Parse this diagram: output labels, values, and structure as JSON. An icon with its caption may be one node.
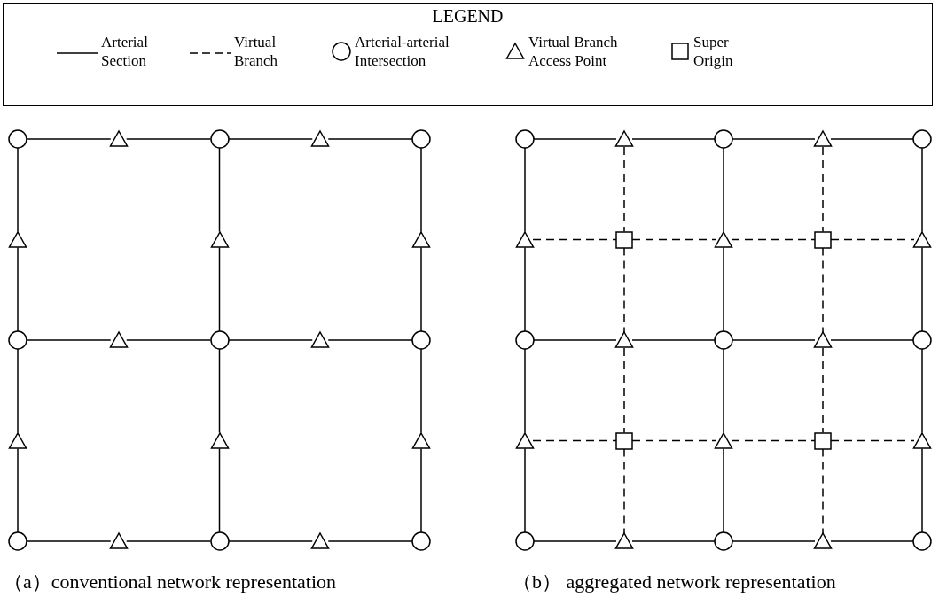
{
  "diagram": {
    "nodes": [
      {
        "text": [],
        "shape": "circle"
      },
      {
        "text": [],
        "shape": "triangle"
      },
      {
        "text": [],
        "shape": "circle"
      },
      {
        "text": [],
        "shape": "triangle"
      },
      {
        "text": [],
        "shape": "circle"
      },
      {
        "text": [],
        "shape": "triangle"
      },
      {
        "text": [],
        "shape": "triangle"
      },
      {
        "text": [],
        "shape": "triangle"
      },
      {
        "text": [],
        "shape": "circle"
      },
      {
        "text": [],
        "shape": "triangle"
      },
      {
        "text": [],
        "shape": "circle"
      },
      {
        "text": [],
        "shape": "triangle"
      },
      {
        "text": [],
        "shape": "circle"
      },
      {
        "text": [],
        "shape": "triangle"
      },
      {
        "text": [],
        "shape": "triangle"
      },
      {
        "text": [],
        "shape": "triangle"
      },
      {
        "text": [],
        "shape": "circle"
      },
      {
        "text": [],
        "shape": "triangle"
      },
      {
        "text": [],
        "shape": "circle"
      },
      {
        "text": [],
        "shape": "triangle"
      },
      {
        "text": [],
        "shape": "circle"
      },
      {
        "text": [],
        "shape": "circle"
      },
      {
        "text": [],
        "shape": "triangle"
      },
      {
        "text": [],
        "shape": "circle"
      },
      {
        "text": [],
        "shape": "triangle"
      },
      {
        "text": [],
        "shape": "circle"
      },
      {
        "text": [],
        "shape": "triangle"
      },
      {
        "text": [],
        "shape": "box"
      },
      {
        "text": [],
        "shape": "triangle"
      },
      {
        "text": [],
        "shape": "box"
      },
      {
        "text": [],
        "shape": "triangle"
      },
      {
        "text": [],
        "shape": "circle"
      },
      {
        "text": [],
        "shape": "triangle"
      },
      {
        "text": [],
        "shape": "circle"
      },
      {
        "text": [],
        "shape": "triangle"
      },
      {
        "text": [],
        "shape": "circle"
      },
      {
        "text": [],
        "shape": "triangle"
      },
      {
        "text": [],
        "shape": "box"
      },
      {
        "text": [],
        "shape": "triangle"
      },
      {
        "text": [],
        "shape": "box"
      },
      {
        "text": [],
        "shape": "triangle"
      },
      {
        "text": [],
        "shape": "circle"
      },
      {
        "text": [],
        "shape": "triangle"
      },
      {
        "text": [],
        "shape": "circle"
      },
      {
        "text": [],
        "shape": "triangle"
      },
      {
        "text": [],
        "shape": "circle"
      }
    ],
    "edges": [
      {
        "from": 0,
        "to": 1,
        "arrow": "none"
      },
      {
        "from": 1,
        "to": 2,
        "arrow": "none"
      },
      {
        "from": 2,
        "to": 3,
        "arrow": "none"
      },
      {
        "from": 3,
        "to": 4,
        "arrow": "none"
      },
      {
        "from": 8,
        "to": 9,
        "arrow": "none"
      },
      {
        "from": 9,
        "to": 10,
        "arrow": "none"
      },
      {
        "from": 10,
        "to": 11,
        "arrow": "none"
      },
      {
        "from": 11,
        "to": 12,
        "arrow": "none"
      },
      {
        "from": 16,
        "to": 17,
        "arrow": "none"
      },
      {
        "from": 17,
        "to": 18,
        "arrow": "none"
      },
      {
        "from": 18,
        "to": 19,
        "arrow": "none"
      },
      {
        "from": 19,
        "to": 20,
        "arrow": "none"
      },
      {
        "from": 0,
        "to": 5,
        "arrow": "none"
      },
      {
        "from": 5,
        "to": 8,
        "arrow": "none"
      },
      {
        "from": 8,
        "to": 13,
        "arrow": "none"
      },
      {
        "from": 13,
        "to": 16,
        "arrow": "none"
      },
      {
        "from": 2,
        "to": 6,
        "arrow": "none"
      },
      {
        "from": 6,
        "to": 10,
        "arrow": "none"
      },
      {
        "from": 10,
        "to": 14,
        "arrow": "none"
      },
      {
        "from": 14,
        "to": 18,
        "arrow": "none"
      },
      {
        "from": 4,
        "to": 7,
        "arrow": "none"
      },
      {
        "from": 7,
        "to": 12,
        "arrow": "none"
      },
      {
        "from": 12,
        "to": 15,
        "arrow": "none"
      },
      {
        "from": 15,
        "to": 20,
        "arrow": "none"
      },
      {
        "from": 21,
        "to": 22,
        "arrow": "none"
      },
      {
        "from": 22,
        "to": 23,
        "arrow": "none"
      },
      {
        "from": 23,
        "to": 24,
        "arrow": "none"
      },
      {
        "from": 24,
        "to": 25,
        "arrow": "none"
      },
      {
        "from": 31,
        "to": 32,
        "arrow": "none"
      },
      {
        "from": 32,
        "to": 33,
        "arrow": "none"
      },
      {
        "from": 33,
        "to": 34,
        "arrow": "none"
      },
      {
        "from": 34,
        "to": 35,
        "arrow": "none"
      },
      {
        "from": 41,
        "to": 42,
        "arrow": "none"
      },
      {
        "from": 42,
        "to": 43,
        "arrow": "none"
      },
      {
        "from": 43,
        "to": 44,
        "arrow": "none"
      },
      {
        "from": 44,
        "to": 45,
        "arrow": "none"
      },
      {
        "from": 21,
        "to": 26,
        "arrow": "none"
      },
      {
        "from": 26,
        "to": 31,
        "arrow": "none"
      },
      {
        "from": 31,
        "to": 36,
        "arrow": "none"
      },
      {
        "from": 36,
        "to": 41,
        "arrow": "none"
      },
      {
        "from": 23,
        "to": 28,
        "arrow": "none"
      },
      {
        "from": 28,
        "to": 33,
        "arrow": "none"
      },
      {
        "from": 33,
        "to": 38,
        "arrow": "none"
      },
      {
        "from": 38,
        "to": 43,
        "arrow": "none"
      },
      {
        "from": 25,
        "to": 30,
        "arrow": "none"
      },
      {
        "from": 30,
        "to": 35,
        "arrow": "none"
      },
      {
        "from": 35,
        "to": 40,
        "arrow": "none"
      },
      {
        "from": 40,
        "to": 45,
        "arrow": "none"
      },
      {
        "from": 26,
        "to": 27,
        "arrow": "none",
        "style": "dashed"
      },
      {
        "from": 27,
        "to": 28,
        "arrow": "none",
        "style": "dashed"
      },
      {
        "from": 28,
        "to": 29,
        "arrow": "none",
        "style": "dashed"
      },
      {
        "from": 29,
        "to": 30,
        "arrow": "none",
        "style": "dashed"
      },
      {
        "from": 36,
        "to": 37,
        "arrow": "none",
        "style": "dashed"
      },
      {
        "from": 37,
        "to": 38,
        "arrow": "none",
        "style": "dashed"
      },
      {
        "from": 38,
        "to": 39,
        "arrow": "none",
        "style": "dashed"
      },
      {
        "from": 39,
        "to": 40,
        "arrow": "none",
        "style": "dashed"
      },
      {
        "from": 22,
        "to": 27,
        "arrow": "none",
        "style": "dashed"
      },
      {
        "from": 27,
        "to": 32,
        "arrow": "none",
        "style": "dashed"
      },
      {
        "from": 32,
        "to": 37,
        "arrow": "none",
        "style": "dashed"
      },
      {
        "from": 37,
        "to": 42,
        "arrow": "none",
        "style": "dashed"
      },
      {
        "from": 24,
        "to": 29,
        "arrow": "none",
        "style": "dashed"
      },
      {
        "from": 29,
        "to": 34,
        "arrow": "none",
        "style": "dashed"
      },
      {
        "from": 34,
        "to": 39,
        "arrow": "none",
        "style": "dashed"
      },
      {
        "from": 39,
        "to": 44,
        "arrow": "none",
        "style": "dashed"
      }
    ],
    "labels": [
      "LEGEND",
      "（a）conventional network representation",
      "（b） aggregated network representation"
    ],
    "legend": [
      {
        "text": "Arterial Section"
      },
      {
        "text": "Virtual Branch"
      },
      {
        "text": "Arterial-arterial Intersection"
      },
      {
        "text": "Virtual Branch Access Point"
      },
      {
        "text": "Super Origin"
      }
    ]
  }
}
